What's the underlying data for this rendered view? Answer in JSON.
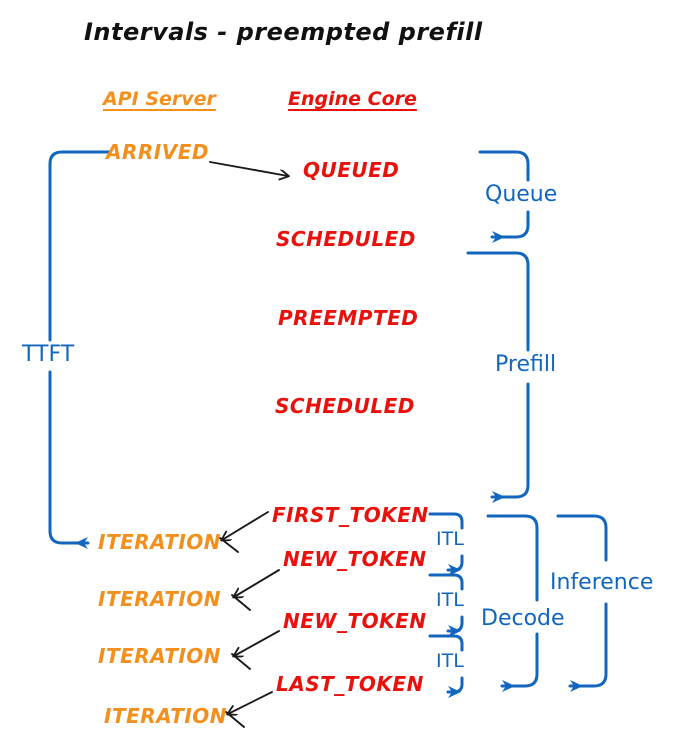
{
  "diagram": {
    "title": "Intervals - preempted prefill",
    "colors": {
      "api_server": "#F3901D",
      "engine_core": "#E8110C",
      "annotation": "#1266BE",
      "arrow": "#1a1a1a",
      "background": "#FFFFFF"
    },
    "columns": [
      {
        "id": "api-server",
        "label": "API Server",
        "color": "#F3901D"
      },
      {
        "id": "engine-core",
        "label": "Engine Core",
        "color": "#E8110C"
      }
    ],
    "api_events": [
      {
        "id": "arrived",
        "label": "ARRIVED"
      },
      {
        "id": "iteration-1",
        "label": "ITERATION"
      },
      {
        "id": "iteration-2",
        "label": "ITERATION"
      },
      {
        "id": "iteration-3",
        "label": "ITERATION"
      },
      {
        "id": "iteration-4",
        "label": "ITERATION"
      }
    ],
    "engine_events": [
      {
        "id": "queued",
        "label": "QUEUED"
      },
      {
        "id": "scheduled-1",
        "label": "SCHEDULED"
      },
      {
        "id": "preempted",
        "label": "PREEMPTED"
      },
      {
        "id": "scheduled-2",
        "label": "SCHEDULED"
      },
      {
        "id": "first-token",
        "label": "FIRST_TOKEN"
      },
      {
        "id": "new-token-1",
        "label": "NEW_TOKEN"
      },
      {
        "id": "new-token-2",
        "label": "NEW_TOKEN"
      },
      {
        "id": "last-token",
        "label": "LAST_TOKEN"
      }
    ],
    "intervals": [
      {
        "id": "ttft",
        "label": "TTFT"
      },
      {
        "id": "queue",
        "label": "Queue"
      },
      {
        "id": "prefill",
        "label": "Prefill"
      },
      {
        "id": "itl-1",
        "label": "ITL"
      },
      {
        "id": "itl-2",
        "label": "ITL"
      },
      {
        "id": "itl-3",
        "label": "ITL"
      },
      {
        "id": "decode",
        "label": "Decode"
      },
      {
        "id": "inference",
        "label": "Inference"
      }
    ]
  }
}
